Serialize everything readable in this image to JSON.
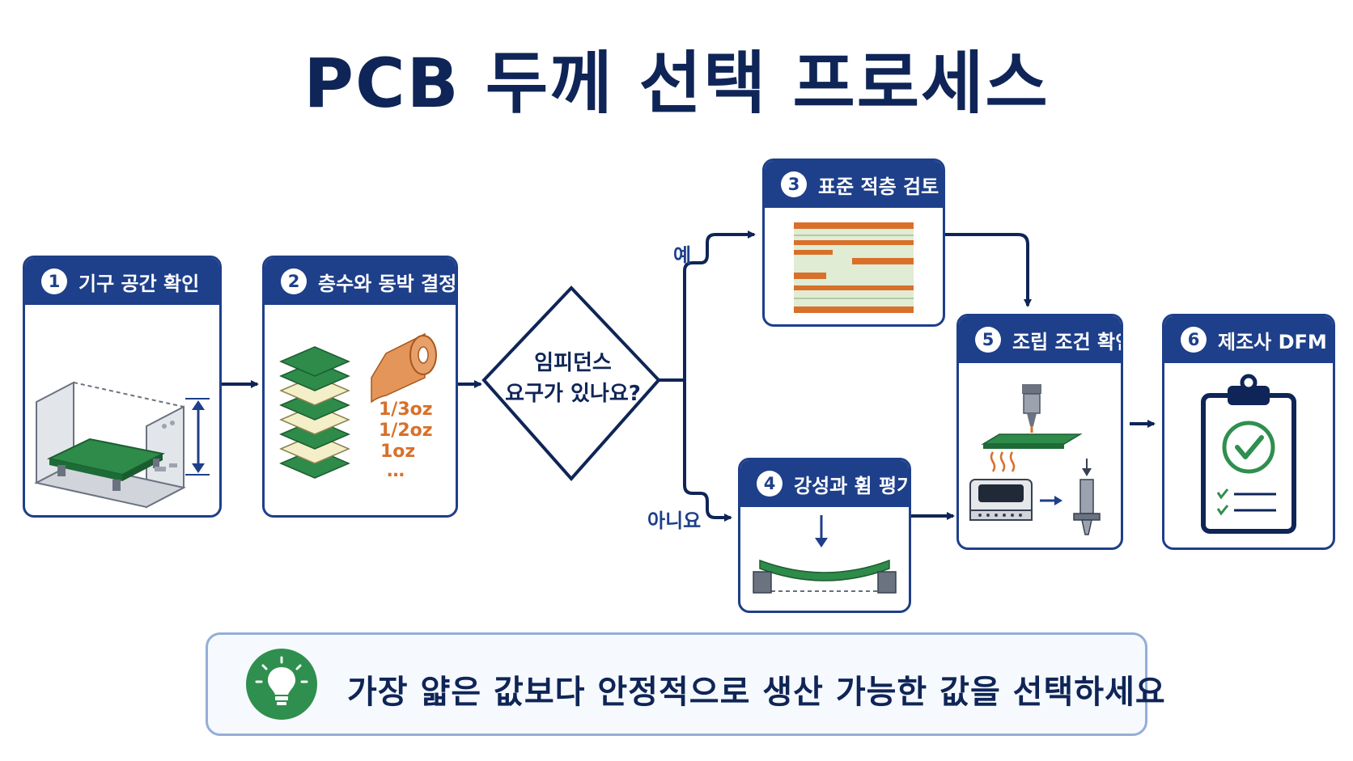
{
  "title": "PCB 두께 선택 프로세스",
  "steps": [
    {
      "num": "1",
      "label": "기구 공간 확인",
      "icon": "enclosure-board-icon"
    },
    {
      "num": "2",
      "label": "층수와 동박 결정",
      "icon": "layer-stack-icon"
    },
    {
      "num": "3",
      "label": "표준 적층 검토",
      "icon": "stackup-icon"
    },
    {
      "num": "4",
      "label": "강성과 휨 평가",
      "icon": "bending-test-icon"
    },
    {
      "num": "5",
      "label": "조립 조건 확인",
      "icon": "assembly-icon"
    },
    {
      "num": "6",
      "label": "제조사 DFM 승인",
      "icon": "checklist-icon"
    }
  ],
  "copper_options": [
    "1/3oz",
    "1/2oz",
    "1oz",
    "…"
  ],
  "decision": {
    "line1": "임피던스",
    "line2": "요구가 있나요?",
    "yes": "예",
    "no": "아니요"
  },
  "tip": {
    "text": "가장 얇은 값보다 안정적으로 생산 가능한 값을 선택하세요",
    "icon": "lightbulb-icon"
  },
  "colors": {
    "navy": "#1e3f8a",
    "title": "#0f2557",
    "pcb_green": "#2e8b4a",
    "copper": "#d8702a",
    "tip_green": "#2f8f4e"
  }
}
